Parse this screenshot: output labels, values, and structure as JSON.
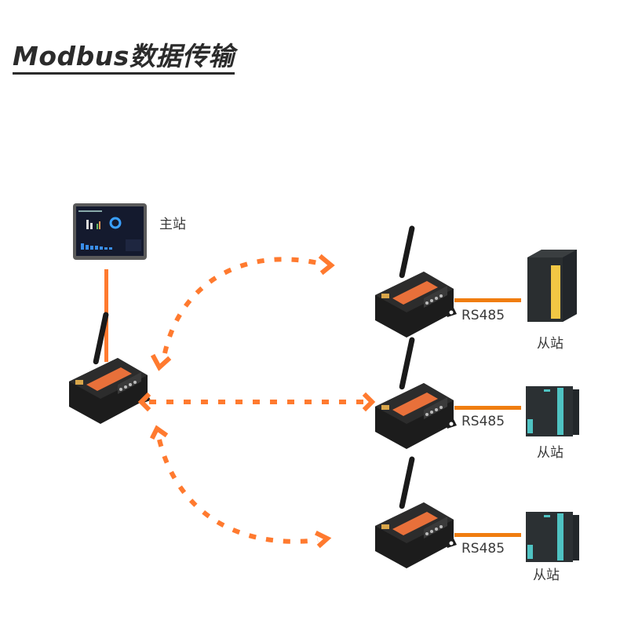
{
  "title": "Modbus数据传输",
  "colors": {
    "accent_orange": "#ff7a2f",
    "rs485_line": "#f07d10",
    "text_dark": "#2b2b2b",
    "device_black": "#1c1c1c",
    "device_label_orange": "#e8703a",
    "plc_teal": "#4fc3c3",
    "plc_yellow": "#f2c744"
  },
  "master": {
    "label": "主站",
    "device": "touch-screen-hmi"
  },
  "gateway": {
    "device": "wireless-modbus-gateway"
  },
  "links": [
    {
      "type": "wireless",
      "style": "dashed-bidirectional",
      "target": "remote-1"
    },
    {
      "type": "wireless",
      "style": "dashed-bidirectional",
      "target": "remote-2"
    },
    {
      "type": "wireless",
      "style": "dashed-bidirectional",
      "target": "remote-3"
    }
  ],
  "slaves": [
    {
      "bus_label": "RS485",
      "label": "从站",
      "device": "plc-io-module"
    },
    {
      "bus_label": "RS485",
      "label": "从站",
      "device": "plc-cpu"
    },
    {
      "bus_label": "RS485",
      "label": "从站",
      "device": "plc-cpu"
    }
  ]
}
